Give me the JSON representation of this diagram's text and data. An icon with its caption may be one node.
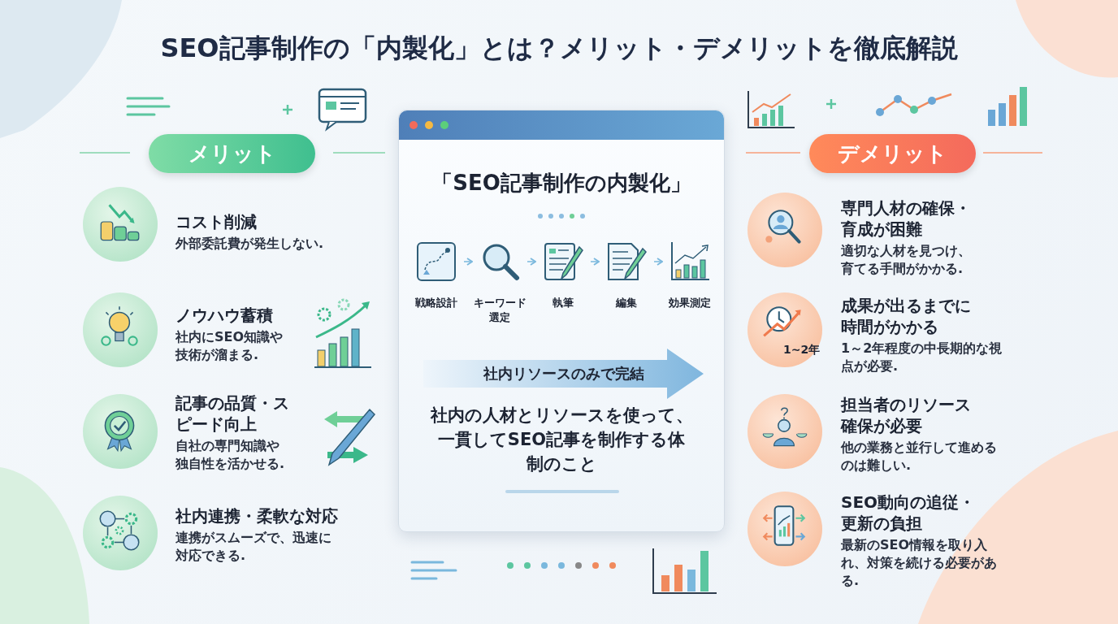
{
  "diagram": {
    "title": "SEO記事制作の「内製化」とは？メリット・デメリットを徹底解説",
    "nodes": [
      {
        "text": [
          "メリット"
        ]
      },
      {
        "text": [],
        "shape": "circle",
        "beside": [
          "コスト削減",
          "外部委託費が発生しない."
        ]
      },
      {
        "text": [],
        "shape": "circle",
        "beside": [
          "ノウハウ蓄積",
          "社内にSEO知識や技術が溜まる."
        ]
      },
      {
        "text": [],
        "shape": "circle",
        "beside": [
          "記事の品質・スピード向上",
          "自社の専門知識や独自性を活かせる."
        ]
      },
      {
        "text": [],
        "shape": "circle",
        "beside": [
          "社内連携・柔軟な対応",
          "連携がスムーズで、迅速に対応できる."
        ]
      },
      {
        "text": [
          "「SEO記事制作の内製化」",
          "社内の人材とリソースを使って、一貫してSEO記事を制作する体制のこと"
        ]
      },
      {
        "text": [
          "戦略設計"
        ],
        "in": 5
      },
      {
        "text": [
          "キーワード選定"
        ],
        "in": 5
      },
      {
        "text": [
          "執筆"
        ],
        "in": 5
      },
      {
        "text": [
          "編集"
        ],
        "in": 5
      },
      {
        "text": [
          "効果測定"
        ],
        "in": 5
      },
      {
        "text": [
          "社内リソースのみで完結"
        ],
        "in": 5
      },
      {
        "text": [
          "デメリット"
        ]
      },
      {
        "text": [],
        "shape": "circle",
        "beside": [
          "専門人材の確保・育成が困難",
          "適切な人材を見つけ、育てる手間がかかる."
        ]
      },
      {
        "text": [
          "1~2年"
        ],
        "beside": [
          "成果が出るまでに時間がかかる",
          "1～2年程度の中長期的な視点が必要."
        ]
      },
      {
        "text": [],
        "shape": "circle",
        "beside": [
          "担当者のリソース確保が必要",
          "他の業務と並行して進めるのは難しい."
        ]
      },
      {
        "text": [],
        "shape": "circle",
        "beside": [
          "SEO動向の追従・更新の負担",
          "最新のSEO情報を取り入れ、対策を続ける必要がある."
        ]
      }
    ],
    "edges": [
      {
        "from": 6,
        "to": 7,
        "arrow": "to"
      },
      {
        "from": 7,
        "to": 8,
        "arrow": "to"
      },
      {
        "from": 8,
        "to": 9,
        "arrow": "to"
      },
      {
        "from": 9,
        "to": 10,
        "arrow": "to"
      }
    ]
  }
}
